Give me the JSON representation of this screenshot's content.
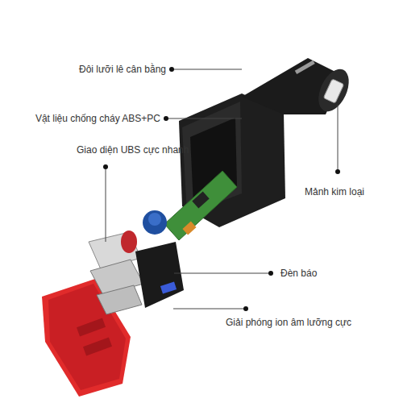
{
  "diagram": {
    "labels": [
      "Đôi lưỡi lê cân bằng",
      "Vật liệu chống cháy ABS+PC",
      "Giao diện UBS cực nhanh",
      "Mảnh kim loại",
      "Đèn báo",
      "Giải phóng ion âm lưỡng cực"
    ]
  }
}
